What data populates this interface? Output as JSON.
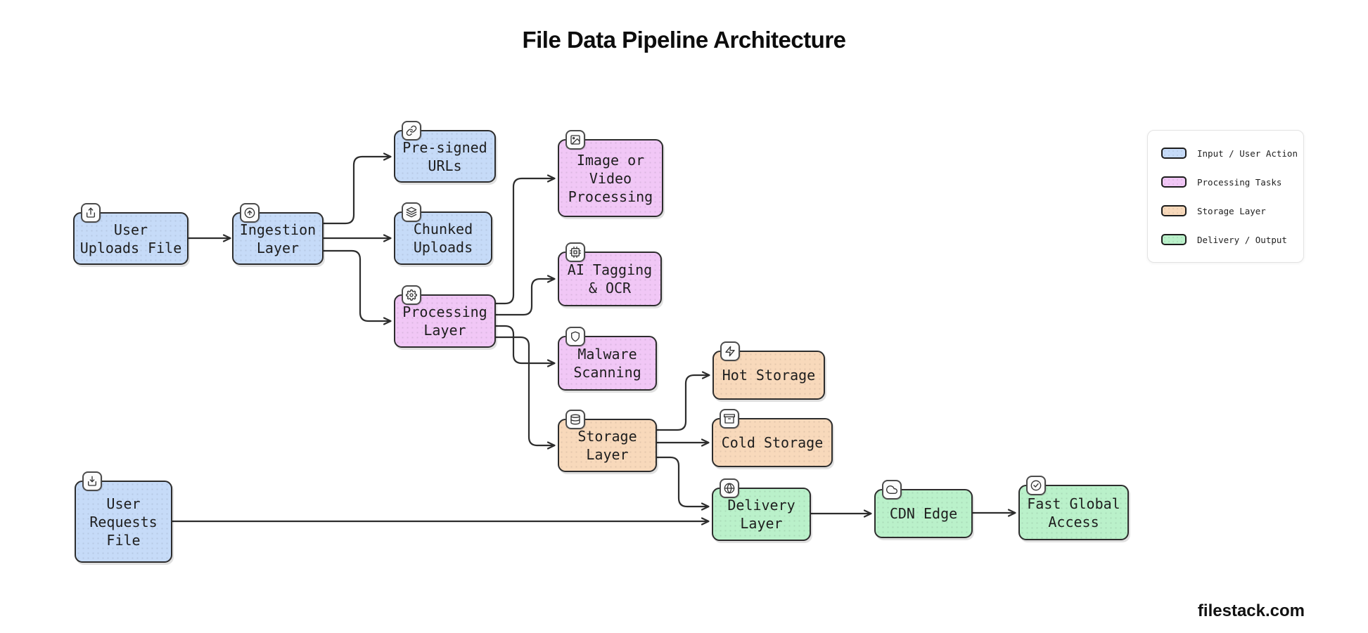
{
  "title": "File Data Pipeline Architecture",
  "footer": "filestack.com",
  "colors": {
    "input": "#c6dbf8",
    "processing": "#f1c7f6",
    "storage": "#f8d9bb",
    "delivery": "#baf1ca",
    "stroke": "#2d2d2d"
  },
  "nodes": [
    {
      "id": "user-uploads-file",
      "label": "User Uploads File",
      "lines": [
        "User",
        "Uploads File"
      ],
      "icon": "upload-icon",
      "category": "input"
    },
    {
      "id": "ingestion-layer",
      "label": "Ingestion Layer",
      "lines": [
        "Ingestion",
        "Layer"
      ],
      "icon": "arrow-up-circle-icon",
      "category": "input"
    },
    {
      "id": "pre-signed-urls",
      "label": "Pre-signed URLs",
      "lines": [
        "Pre-signed",
        "URLs"
      ],
      "icon": "link-icon",
      "category": "input"
    },
    {
      "id": "chunked-uploads",
      "label": "Chunked Uploads",
      "lines": [
        "Chunked",
        "Uploads"
      ],
      "icon": "layers-icon",
      "category": "input"
    },
    {
      "id": "processing-layer",
      "label": "Processing Layer",
      "lines": [
        "Processing",
        "Layer"
      ],
      "icon": "gear-icon",
      "category": "processing"
    },
    {
      "id": "image-or-video-processing",
      "label": "Image or Video Processing",
      "lines": [
        "Image or",
        "Video",
        "Processing"
      ],
      "icon": "image-icon",
      "category": "processing"
    },
    {
      "id": "ai-tagging-ocr",
      "label": "AI Tagging & OCR",
      "lines": [
        "AI Tagging",
        "& OCR"
      ],
      "icon": "cpu-icon",
      "category": "processing"
    },
    {
      "id": "malware-scanning",
      "label": "Malware Scanning",
      "lines": [
        "Malware",
        "Scanning"
      ],
      "icon": "shield-icon",
      "category": "processing"
    },
    {
      "id": "storage-layer",
      "label": "Storage Layer",
      "lines": [
        "Storage",
        "Layer"
      ],
      "icon": "database-icon",
      "category": "storage"
    },
    {
      "id": "hot-storage",
      "label": "Hot Storage",
      "lines": [
        "Hot Storage"
      ],
      "icon": "zap-icon",
      "category": "storage"
    },
    {
      "id": "cold-storage",
      "label": "Cold Storage",
      "lines": [
        "Cold Storage"
      ],
      "icon": "archive-icon",
      "category": "storage"
    },
    {
      "id": "delivery-layer",
      "label": "Delivery Layer",
      "lines": [
        "Delivery",
        "Layer"
      ],
      "icon": "globe-icon",
      "category": "delivery"
    },
    {
      "id": "cdn-edge",
      "label": "CDN Edge",
      "lines": [
        "CDN Edge"
      ],
      "icon": "cloud-icon",
      "category": "delivery"
    },
    {
      "id": "fast-global-access",
      "label": "Fast Global Access",
      "lines": [
        "Fast Global",
        "Access"
      ],
      "icon": "check-circle-icon",
      "category": "delivery"
    },
    {
      "id": "user-requests-file",
      "label": "User Requests File",
      "lines": [
        "User",
        "Requests",
        "File"
      ],
      "icon": "download-icon",
      "category": "input"
    }
  ],
  "edges": [
    {
      "from": "user-uploads-file",
      "to": "ingestion-layer"
    },
    {
      "from": "ingestion-layer",
      "to": "pre-signed-urls"
    },
    {
      "from": "ingestion-layer",
      "to": "chunked-uploads"
    },
    {
      "from": "ingestion-layer",
      "to": "processing-layer"
    },
    {
      "from": "processing-layer",
      "to": "image-or-video-processing"
    },
    {
      "from": "processing-layer",
      "to": "ai-tagging-ocr"
    },
    {
      "from": "processing-layer",
      "to": "malware-scanning"
    },
    {
      "from": "processing-layer",
      "to": "storage-layer"
    },
    {
      "from": "storage-layer",
      "to": "hot-storage"
    },
    {
      "from": "storage-layer",
      "to": "cold-storage"
    },
    {
      "from": "storage-layer",
      "to": "delivery-layer"
    },
    {
      "from": "user-requests-file",
      "to": "delivery-layer"
    },
    {
      "from": "delivery-layer",
      "to": "cdn-edge"
    },
    {
      "from": "cdn-edge",
      "to": "fast-global-access"
    }
  ],
  "legend": {
    "items": [
      {
        "category": "input",
        "label": "Input / User Action"
      },
      {
        "category": "processing",
        "label": "Processing Tasks"
      },
      {
        "category": "storage",
        "label": "Storage Layer"
      },
      {
        "category": "delivery",
        "label": "Delivery / Output"
      }
    ]
  }
}
